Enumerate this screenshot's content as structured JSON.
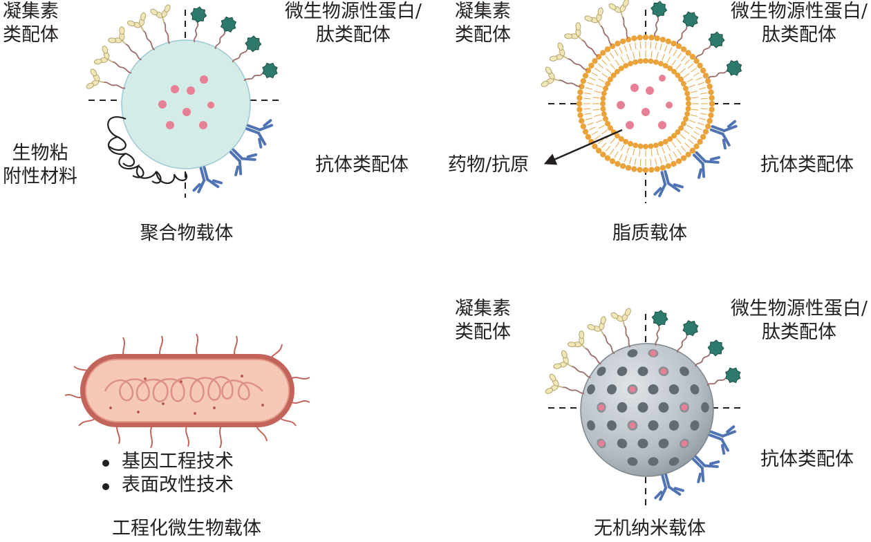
{
  "panels": {
    "polymer": {
      "title": "聚合物载体",
      "lectin": [
        "凝集素",
        "类配体"
      ],
      "microbial": [
        "微生物源性蛋白/",
        "肽类配体"
      ],
      "bioadhesive": [
        "生物粘",
        "附性材料"
      ],
      "antibody": "抗体类配体"
    },
    "lipid": {
      "title": "脂质载体",
      "lectin": [
        "凝集素",
        "类配体"
      ],
      "microbial": [
        "微生物源性蛋白/",
        "肽类配体"
      ],
      "drug": "药物/抗原",
      "antibody": "抗体类配体"
    },
    "microbe": {
      "title": "工程化微生物载体",
      "bullets": [
        "基因工程技术",
        "表面改性技术"
      ]
    },
    "inorganic": {
      "title": "无机纳米载体",
      "lectin": [
        "凝集素",
        "类配体"
      ],
      "microbial": [
        "微生物源性蛋白/",
        "肽类配体"
      ],
      "antibody": "抗体类配体"
    }
  },
  "colors": {
    "polymer_fill": "#d3ece7",
    "cargo_pink": "#e77f95",
    "lipid_orange": "#eaa23b",
    "lectin_cream": "#f1e6b8",
    "microbial_teal": "#2d7a6c",
    "antibody_blue": "#4f73b3",
    "linker_brown": "#9a6b68",
    "bacterium_red": "#c2645a",
    "bacterium_fill": "#f6c8b8",
    "inorganic_grey": "#b4bcc3",
    "inorganic_pore": "#626b71"
  }
}
